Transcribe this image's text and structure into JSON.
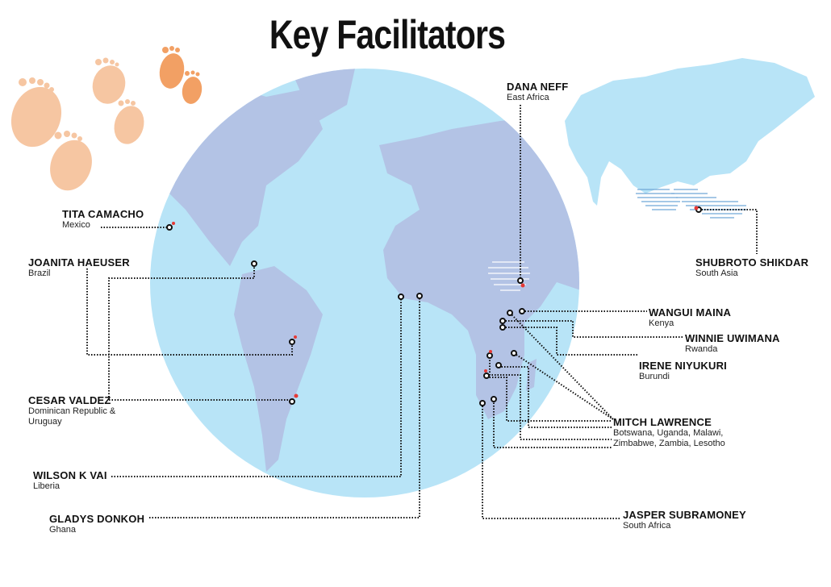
{
  "title": "Key Facilitators",
  "colors": {
    "ocean": "#b8e4f7",
    "land": "#b3c3e5",
    "foot_light": "#f6c6a2",
    "foot_dark": "#f2a064",
    "asia": "#b8e4f7",
    "marker_red": "#e53935",
    "line": "#111111"
  },
  "facilitators": [
    {
      "name": "DANA NEFF",
      "region": "East Africa"
    },
    {
      "name": "TITA CAMACHO",
      "region": "Mexico"
    },
    {
      "name": "JOANITA HAEUSER",
      "region": "Brazil"
    },
    {
      "name": "CESAR VALDEZ",
      "region": "Dominican Republic &",
      "region2": "Uruguay"
    },
    {
      "name": "WILSON K VAI",
      "region": "Liberia"
    },
    {
      "name": "GLADYS DONKOH",
      "region": "Ghana"
    },
    {
      "name": "SHUBROTO SHIKDAR",
      "region": "South Asia"
    },
    {
      "name": "WANGUI MAINA",
      "region": "Kenya"
    },
    {
      "name": "WINNIE UWIMANA",
      "region": "Rwanda"
    },
    {
      "name": "IRENE NIYUKURI",
      "region": "Burundi"
    },
    {
      "name": "MITCH LAWRENCE",
      "region": "Botswana, Uganda, Malawi,",
      "region2": "Zimbabwe, Zambia, Lesotho"
    },
    {
      "name": "JASPER SUBRAMONEY",
      "region": "South Africa"
    }
  ]
}
